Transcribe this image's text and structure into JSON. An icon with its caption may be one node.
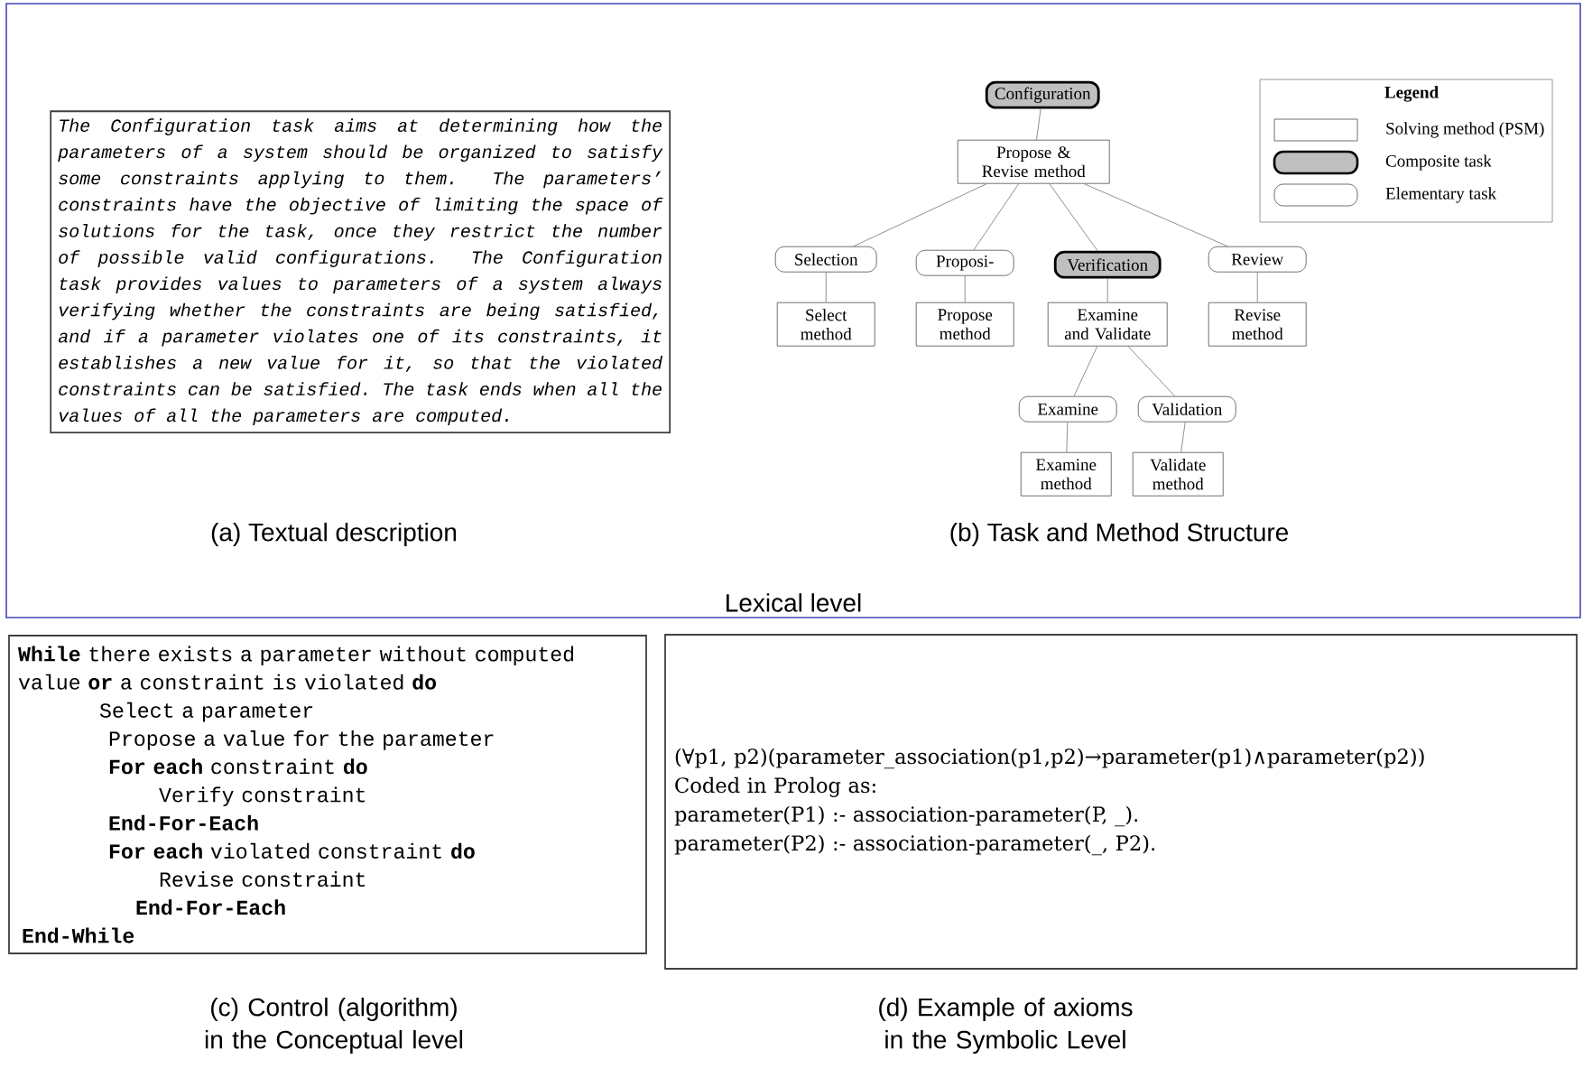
{
  "diagram": {
    "nodes": [
      {
        "text": [
          "Lexical level"
        ]
      },
      {
        "text": [
          "The Configuration task aims at determining how the parameters of a system should be organized to satisfy some constraints applying to them. The parameters’ constraints have the objective of limiting the space of solutions for the task, once they restrict the number of possible valid configurations. The Configuration task provides values to parameters of a system always verifying whether the constraints are being satisfied, and if a parameter violates one of its constraints, it establishes a new value for it, so that the violated constraints can be satisfied. The task ends when all the values of all the parameters are computed."
        ],
        "in": 0
      },
      {
        "text": [
          "Configuration"
        ],
        "in": 0
      },
      {
        "text": [
          "Propose & Revise method"
        ],
        "in": 0
      },
      {
        "text": [
          "Selection"
        ],
        "in": 0
      },
      {
        "text": [
          "Proposi-"
        ],
        "in": 0
      },
      {
        "text": [
          "Verification"
        ],
        "in": 0
      },
      {
        "text": [
          "Review"
        ],
        "in": 0
      },
      {
        "text": [
          "Select method"
        ],
        "in": 0
      },
      {
        "text": [
          "Propose method"
        ],
        "in": 0
      },
      {
        "text": [
          "Examine and Validate"
        ],
        "in": 0
      },
      {
        "text": [
          "Revise method"
        ],
        "in": 0
      },
      {
        "text": [
          "Examine"
        ],
        "in": 0
      },
      {
        "text": [
          "Validation"
        ],
        "in": 0
      },
      {
        "text": [
          "Examine method"
        ],
        "in": 0
      },
      {
        "text": [
          "Validate method"
        ],
        "in": 0
      },
      {
        "text": [
          "**While** there exists a parameter without computed value **or** a constraint is violated **do**",
          "Select a parameter",
          "Propose a value for the parameter",
          "**For each** constraint **do**",
          "Verify constraint",
          "End-For-Each",
          "**For each** violated constraint **do**",
          "Revise constraint",
          "End-For-Each",
          "End-While"
        ]
      },
      {
        "text": [
          "(∀p1, p2)(parameter_association(p1,p2)→parameter(p1)∧parameter(p2))",
          "Coded in Prolog as:",
          "parameter(P1) :- association-parameter(P, _).",
          "parameter(P2) :- association-parameter(_, P2)."
        ]
      }
    ],
    "edges": [
      {
        "from": 2,
        "to": 3,
        "arrow": "none"
      },
      {
        "from": 3,
        "to": 4,
        "arrow": "none"
      },
      {
        "from": 3,
        "to": 5,
        "arrow": "none"
      },
      {
        "from": 3,
        "to": 6,
        "arrow": "none"
      },
      {
        "from": 3,
        "to": 7,
        "arrow": "none"
      },
      {
        "from": 4,
        "to": 8,
        "arrow": "none"
      },
      {
        "from": 5,
        "to": 9,
        "arrow": "none"
      },
      {
        "from": 6,
        "to": 10,
        "arrow": "none"
      },
      {
        "from": 7,
        "to": 11,
        "arrow": "none"
      },
      {
        "from": 10,
        "to": 12,
        "arrow": "none"
      },
      {
        "from": 10,
        "to": 13,
        "arrow": "none"
      },
      {
        "from": 12,
        "to": 14,
        "arrow": "none"
      },
      {
        "from": 13,
        "to": 15,
        "arrow": "none"
      }
    ],
    "labels": [
      "Legend",
      "(a) Textual description",
      "(b) Task and Method Structure",
      "(c) Control (algorithm) in the Conceptual level",
      "(d) Example of axioms in the Symbolic Level"
    ],
    "legend": [
      {
        "text": "Solving method (PSM)"
      },
      {
        "text": "Composite task"
      },
      {
        "text": "Elementary task"
      }
    ]
  }
}
